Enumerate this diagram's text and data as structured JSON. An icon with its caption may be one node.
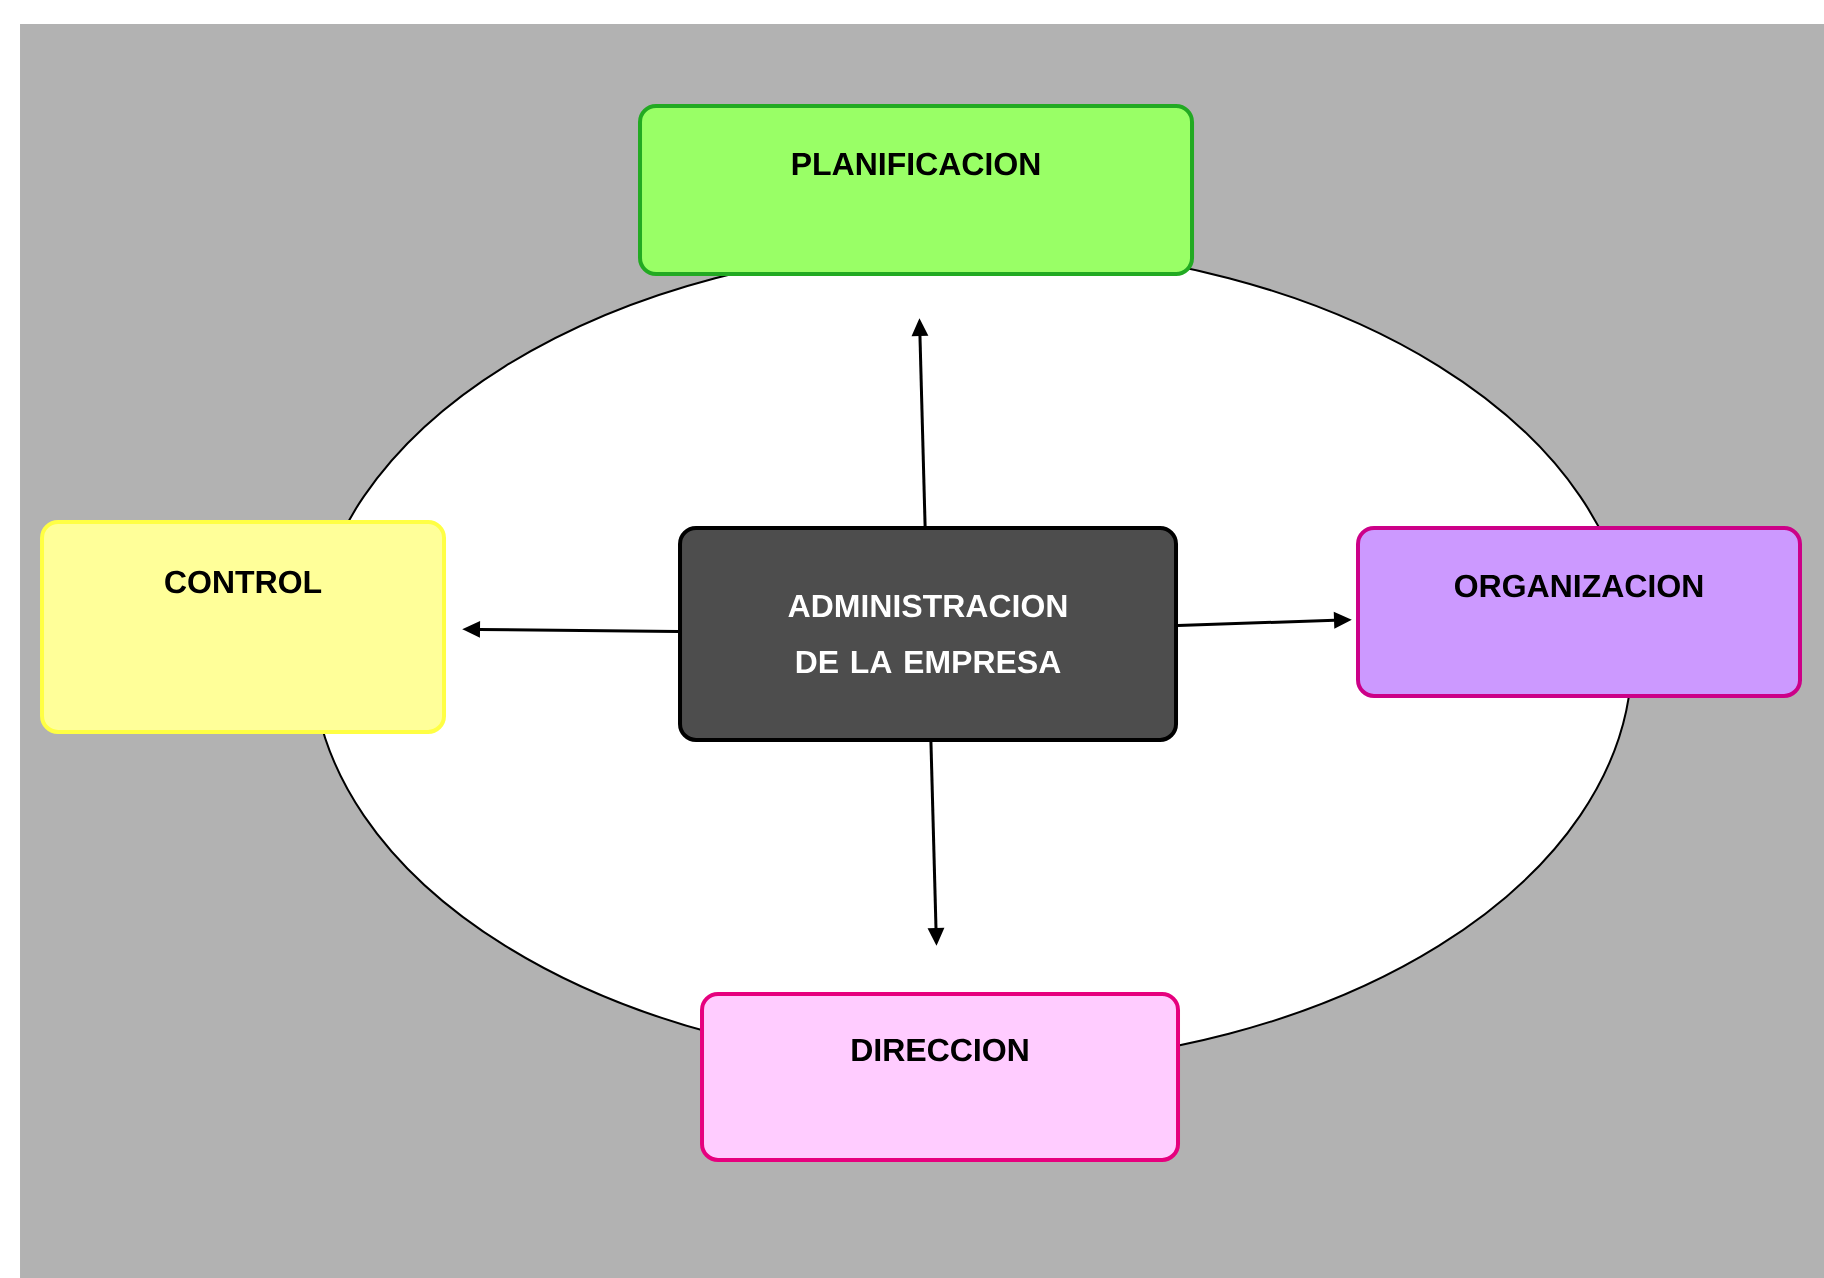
{
  "diagram": {
    "nodes": [
      {
        "text": [
          "ADMINISTRACION DE LA EMPRESA"
        ]
      },
      {
        "text": [
          "PLANIFICACION"
        ]
      },
      {
        "text": [
          "ORGANIZACION"
        ]
      },
      {
        "text": [
          "DIRECCION"
        ]
      },
      {
        "text": [
          "CONTROL"
        ]
      }
    ],
    "edges": [
      {
        "from": 0,
        "to": 1,
        "arrow": "to"
      },
      {
        "from": 0,
        "to": 2,
        "arrow": "to"
      },
      {
        "from": 0,
        "to": 3,
        "arrow": "to"
      },
      {
        "from": 0,
        "to": 4,
        "arrow": "to"
      }
    ]
  }
}
